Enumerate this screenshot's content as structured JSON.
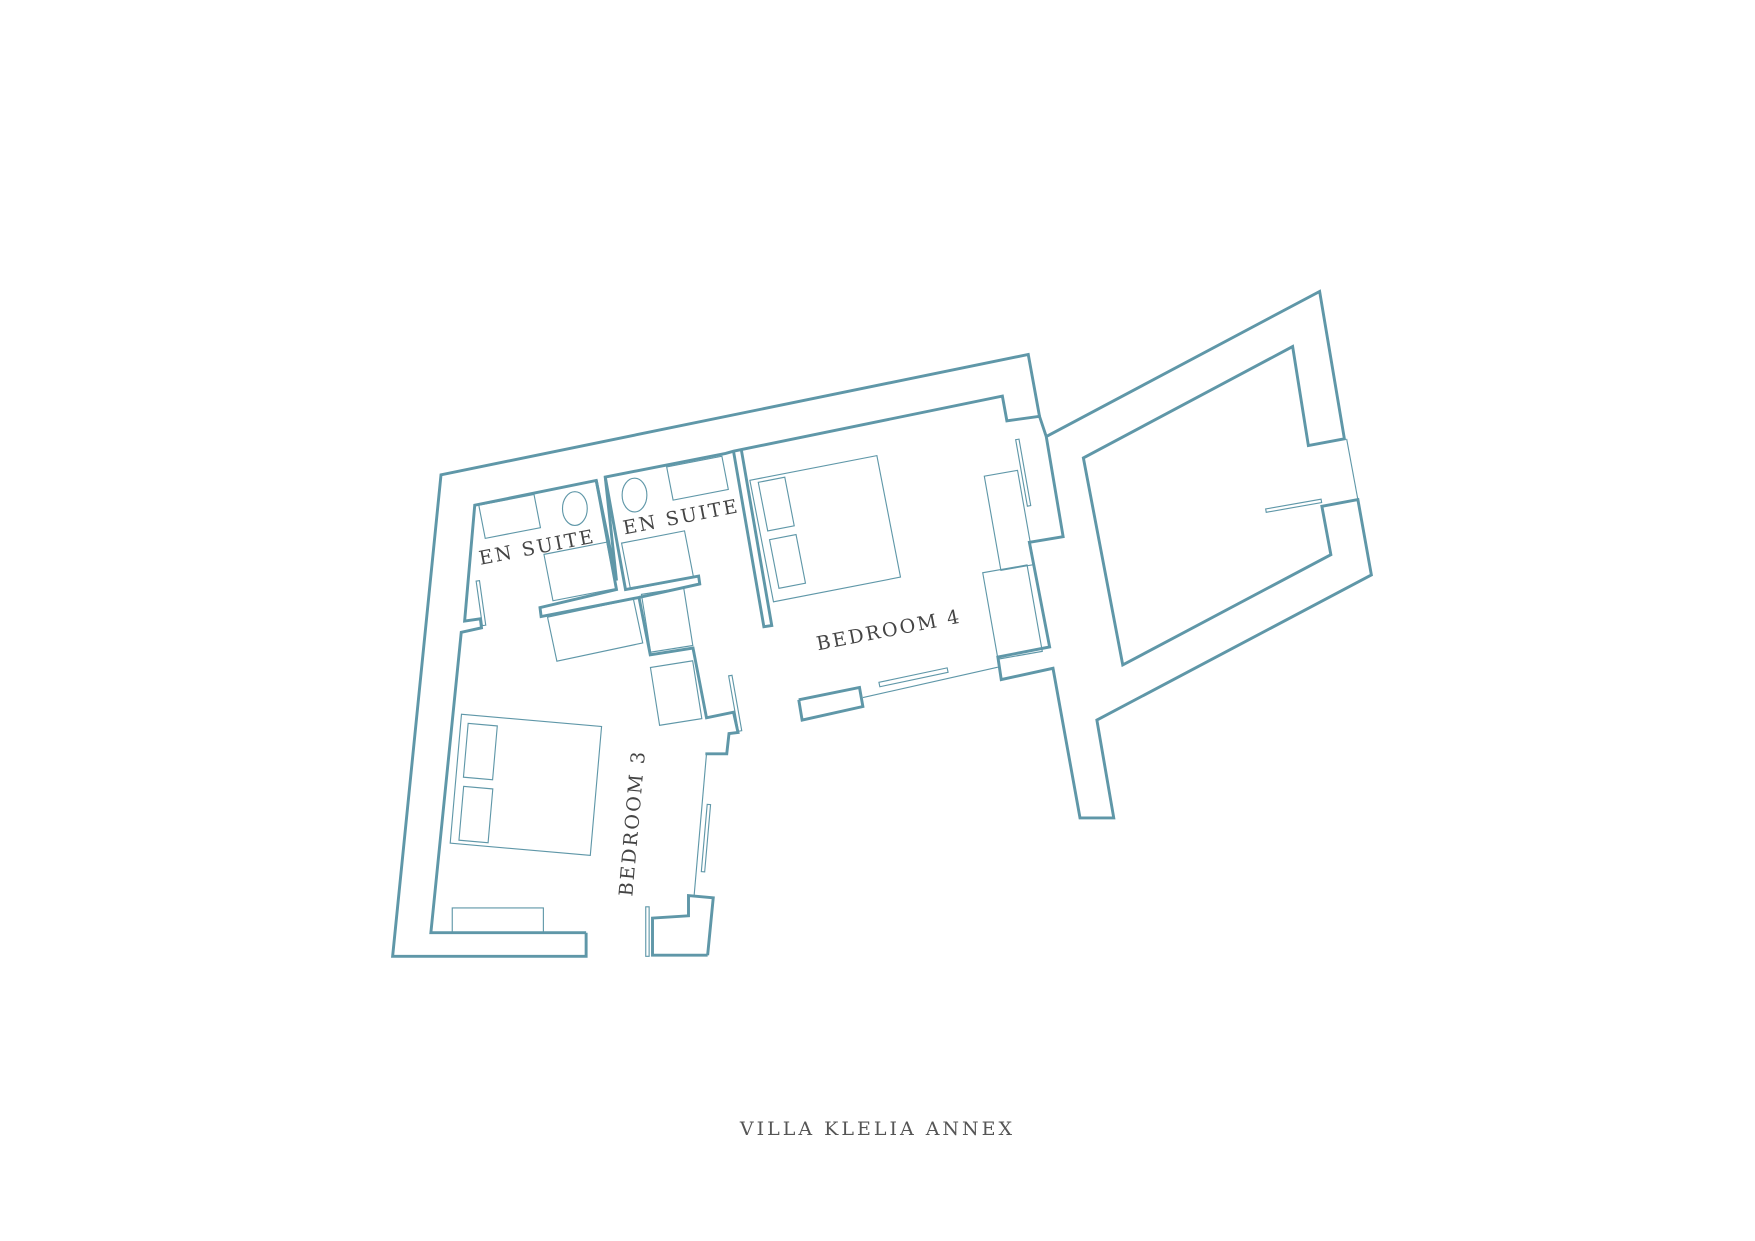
{
  "title": "VILLA KLELIA ANNEX",
  "rooms": {
    "en_suite_1": "EN SUITE",
    "en_suite_2": "EN SUITE",
    "bedroom_3": "BEDROOM 3",
    "bedroom_4": "BEDROOM 4"
  },
  "colors": {
    "walls": "#5f97a8",
    "text": "#444444"
  }
}
